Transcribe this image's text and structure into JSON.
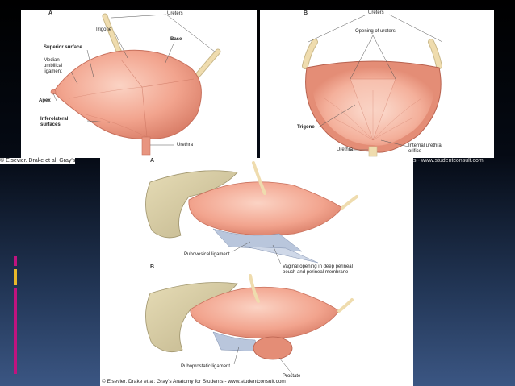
{
  "panel_a": {
    "letter": "A",
    "labels": {
      "ureters": "Ureters",
      "trigone": "Trigone",
      "base": "Base",
      "superior_surface": "Superior surface",
      "median_umbilical_ligament": "Median umbilical ligament",
      "apex": "Apex",
      "inferolateral_surfaces": "Inferolateral surfaces",
      "urethra": "Urethra"
    },
    "credit": "© Elsevier. Drake et al: Gray's"
  },
  "panel_b": {
    "letter": "B",
    "labels": {
      "ureters": "Ureters",
      "opening_of_ureters": "Opening of ureters",
      "trigone": "Trigone",
      "urethra": "Urethra",
      "internal_urethral_orifice": "Internal urethral orifice"
    },
    "credit": "s - www.studentconsult.com"
  },
  "panel_bottom": {
    "letter_a": "A",
    "letter_b": "B",
    "labels": {
      "pubovesical_ligament": "Pubovesical ligament",
      "vaginal_opening": "Vaginal opening in deep perineal pouch and perineal membrane",
      "puboprostatic_ligament": "Puboprostatic ligament",
      "prostate": "Prostate"
    },
    "credit": "© Elsevier. Drake et al: Gray's Anatomy for Students - www.studentconsult.com"
  },
  "colors": {
    "bladder_fill": "#f2a48e",
    "bladder_light": "#fbd3c4",
    "bladder_edge": "#c8705c",
    "ureter": "#efdcae",
    "bone": "#d9cfa8",
    "ligament": "#b9c6dc",
    "accent_magenta": "#c0137f",
    "accent_yellow": "#e9b82a"
  }
}
